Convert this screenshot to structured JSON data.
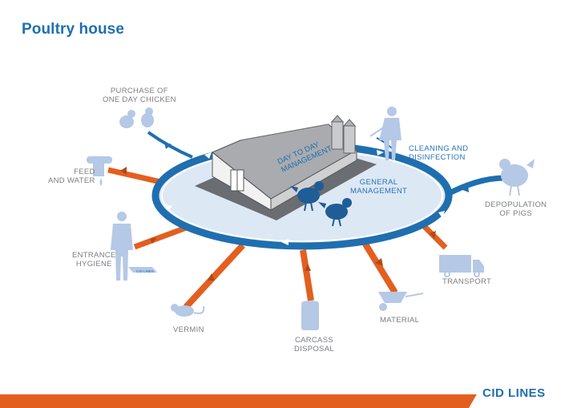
{
  "header": {
    "title": "Poultry house"
  },
  "diagram": {
    "center": {
      "roof_text": [
        "DAY TO DAY",
        "MANAGEMENT"
      ],
      "general": [
        "GENERAL",
        "MANAGEMENT"
      ]
    },
    "nodes": {
      "purchase": [
        "PURCHASE OF",
        "ONE DAY CHICKEN"
      ],
      "cleaning": [
        "CLEANING AND",
        "DISINFECTION"
      ],
      "feed": [
        "FEED",
        "AND WATER"
      ],
      "depopulation": [
        "DEPOPULATION",
        "OF PIGS"
      ],
      "entrance": [
        "ENTRANCE",
        "HYGIENE"
      ],
      "transport": "TRANSPORT",
      "material": "MATERIAL",
      "vermin": "VERMIN",
      "carcass": [
        "CARCASS",
        "DISPOSAL"
      ]
    },
    "mat_text": "CID LINES"
  },
  "colors": {
    "blue": "#1f6fb0",
    "orange": "#e35f1f",
    "pale_blue": "#b5c8e6",
    "ring_fill": "#dde8f5"
  },
  "footer": {
    "logo": "CID LINES"
  }
}
